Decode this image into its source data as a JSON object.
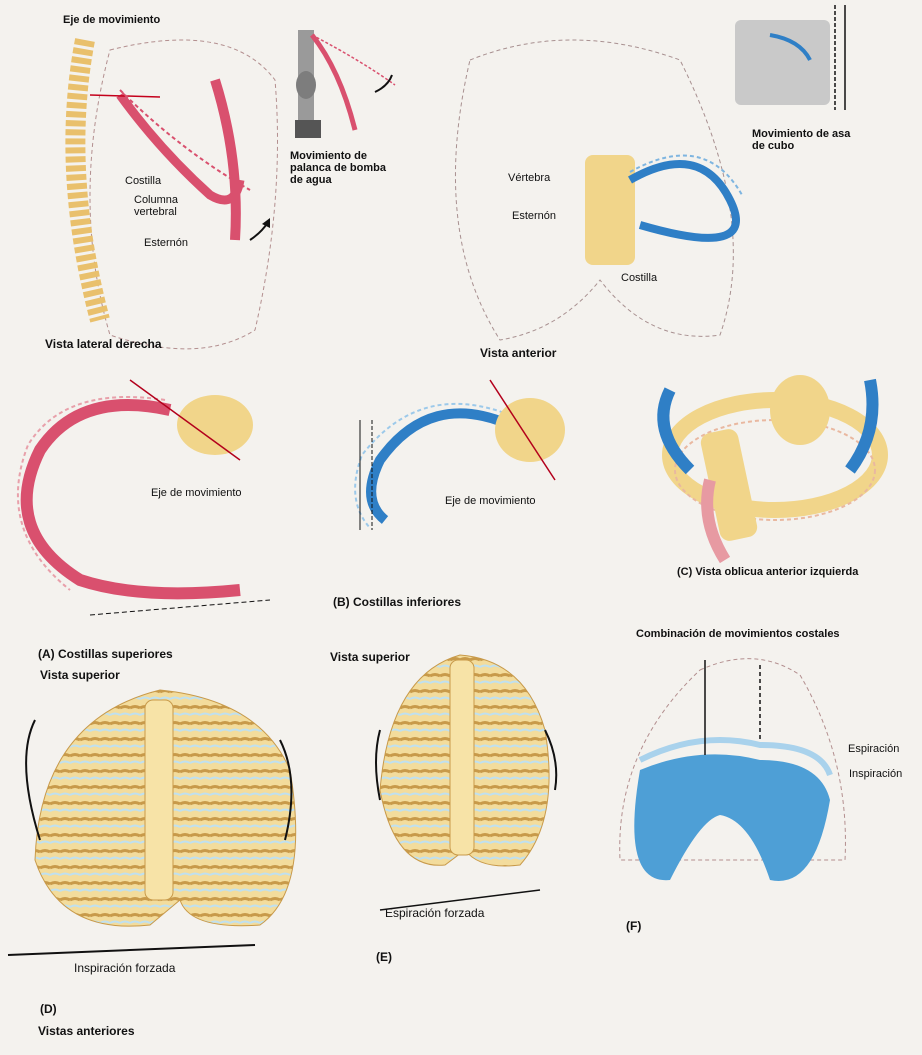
{
  "panel_a": {
    "axis_label": "Eje de movimiento",
    "rib_label": "Costilla",
    "spine_label": "Columna vertebral",
    "sternum_label": "Esternón",
    "pump_label": "Movimiento de palanca de bomba de agua",
    "view_label": "Vista lateral derecha",
    "superior_axis_label": "Eje de movimiento",
    "caption_letter": "(A) Costillas superiores",
    "caption_view": "Vista superior"
  },
  "panel_b": {
    "bucket_label": "Movimiento de asa de cubo",
    "vertebra_label": "Vértebra",
    "sternum_label": "Esternón",
    "rib_label": "Costilla",
    "view_label": "Vista anterior",
    "axis_label": "Eje de movimiento",
    "caption_letter": "(B) Costillas inferiores",
    "caption_view": "Vista superior"
  },
  "panel_c": {
    "caption": "(C) Vista oblicua anterior izquierda"
  },
  "panel_d": {
    "measure_label": "Inspiración forzada",
    "letter": "(D)",
    "caption": "Vistas anteriores"
  },
  "panel_e": {
    "measure_label": "Espiración forzada",
    "letter": "(E)"
  },
  "panel_f": {
    "title": "Combinación de movimientos costales",
    "expiration_label": "Espiración",
    "inspiration_label": "Inspiración",
    "letter": "(F)"
  },
  "colors": {
    "rib_red": "#d9506e",
    "rib_blue": "#2f7fc6",
    "bone_yellow": "#f1d58a",
    "diaphragm_blue": "#4e9fd6",
    "arrow_pink": "#e79aa2"
  }
}
